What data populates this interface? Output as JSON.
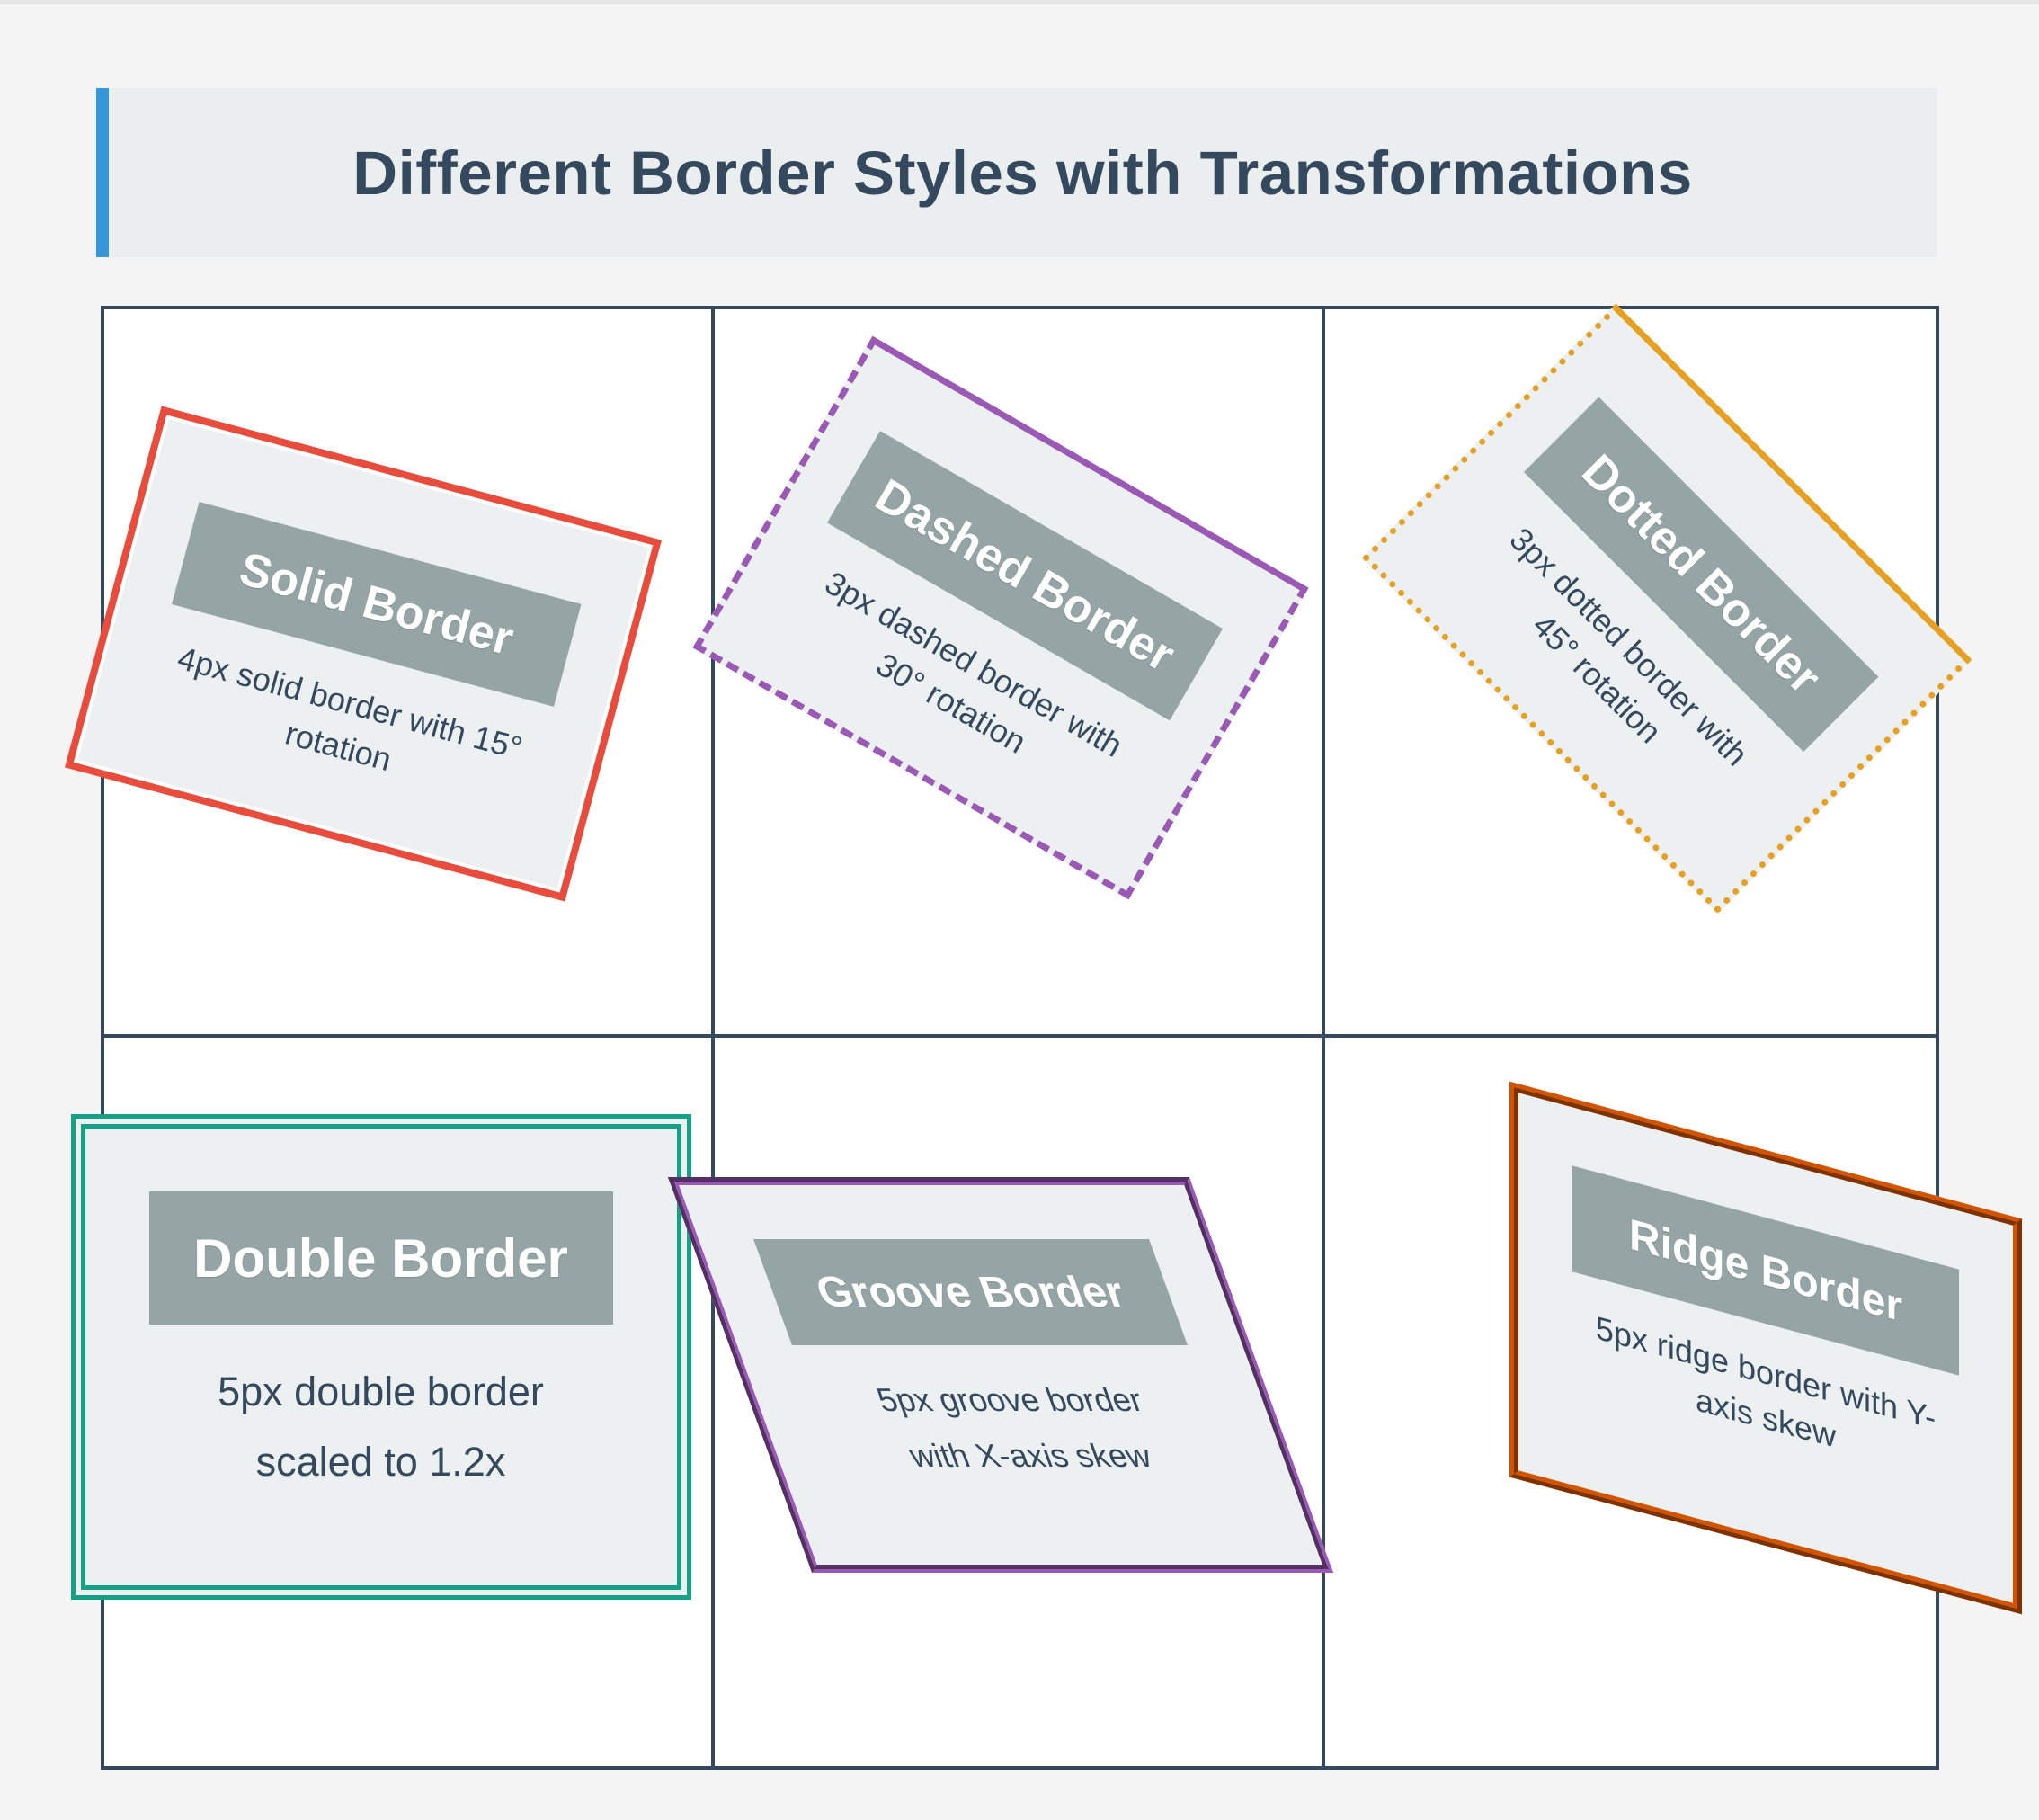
{
  "page": {
    "title": "Different Border Styles with Transformations"
  },
  "colors": {
    "accent": "#3498db",
    "heading": "#34495e",
    "card_bg": "#ecf0f1",
    "title_bg": "#95a5a6",
    "solid": "#e74c3c",
    "dashed": "#9b59b6",
    "dotted": "#e6a022",
    "double": "#16a085",
    "groove": "#9b59b6",
    "ridge": "#d35400"
  },
  "cards": [
    {
      "title": "Solid Border",
      "desc": "4px solid border with 15° rotation"
    },
    {
      "title": "Dashed Border",
      "desc": "3px dashed border with 30° rotation"
    },
    {
      "title": "Dotted Border",
      "desc": "3px dotted border with 45° rotation"
    },
    {
      "title": "Double Border",
      "desc": "5px double border scaled to 1.2x"
    },
    {
      "title": "Groove Border",
      "desc": "5px groove border with X-axis skew"
    },
    {
      "title": "Ridge Border",
      "desc": "5px ridge border with Y-axis skew"
    }
  ]
}
